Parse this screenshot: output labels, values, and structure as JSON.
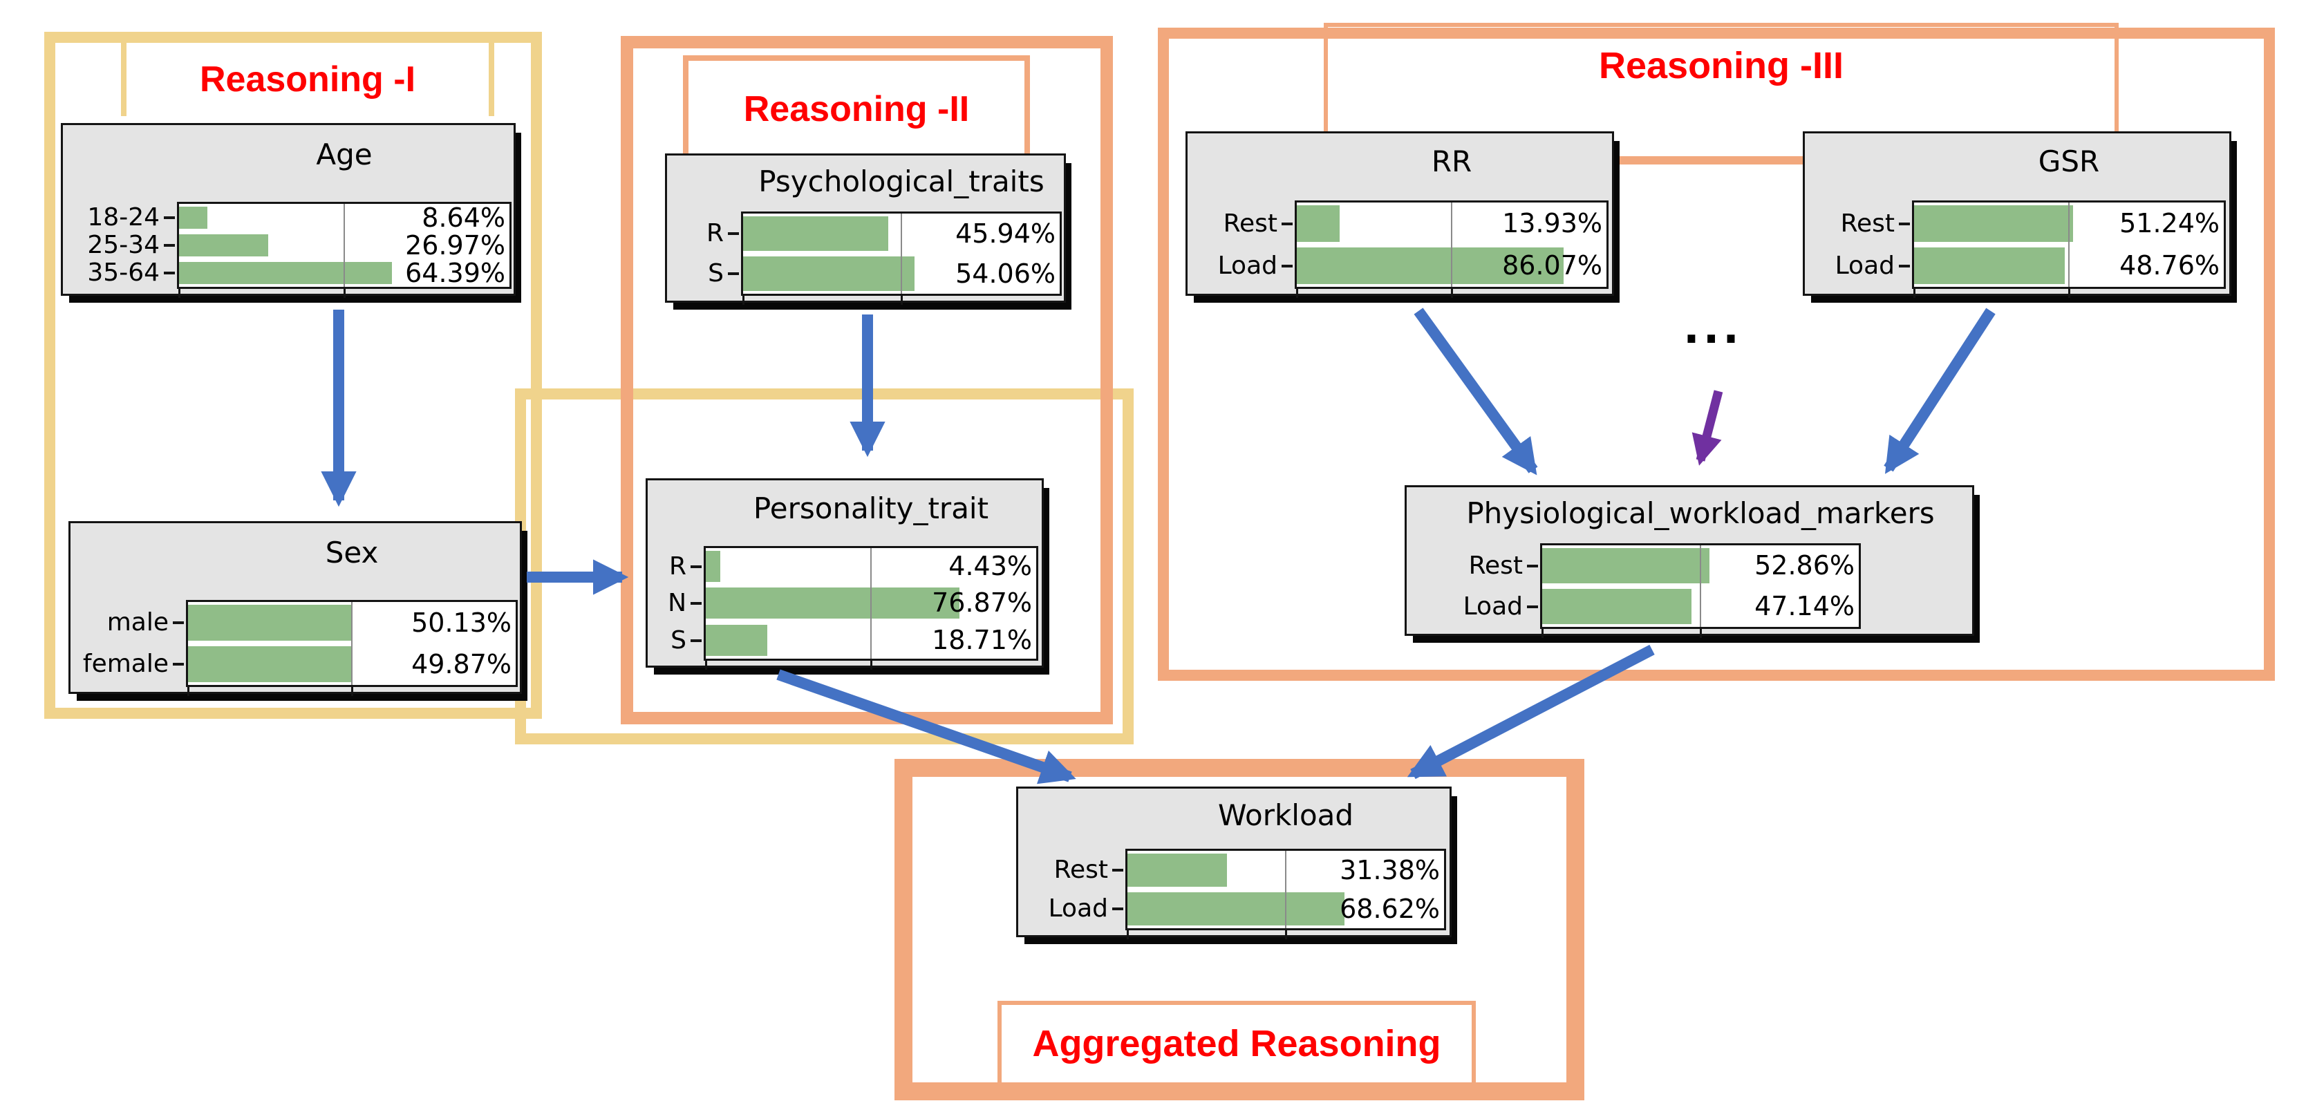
{
  "figure": {
    "description": "Bayesian network workload reasoning diagram",
    "background": "#ffffff"
  },
  "colors": {
    "node_fill": "#e4e4e4",
    "node_border": "#141414",
    "bar_green": "#90bd88",
    "gridline": "#8a8a8a",
    "group_yellow": "#f0d38c",
    "group_salmon": "#f2a87d",
    "label_red": "#ff0000",
    "arrow_blue": "#4472c4",
    "arrow_purple": "#7030a0"
  },
  "groups": [
    {
      "id": "reasoning-1",
      "label": "Reasoning -I",
      "border_color": "#f0d38c",
      "label_color": "#ff0000"
    },
    {
      "id": "reasoning-2",
      "label": "Reasoning -II",
      "border_color": "#f2a87d",
      "label_color": "#ff0000"
    },
    {
      "id": "reasoning-3",
      "label": "Reasoning -III",
      "border_color": "#f2a87d",
      "label_color": "#ff0000"
    },
    {
      "id": "aggregated",
      "label": "Aggregated Reasoning",
      "border_color": "#f2a87d",
      "label_color": "#ff0000"
    }
  ],
  "nodes": [
    {
      "id": "age",
      "title": "Age",
      "rows": [
        {
          "label": "18-24",
          "pct": 8.64,
          "value_text": "8.64%"
        },
        {
          "label": "25-34",
          "pct": 26.97,
          "value_text": "26.97%"
        },
        {
          "label": "35-64",
          "pct": 64.39,
          "value_text": "64.39%"
        }
      ]
    },
    {
      "id": "sex",
      "title": "Sex",
      "rows": [
        {
          "label": "male",
          "pct": 50.13,
          "value_text": "50.13%"
        },
        {
          "label": "female",
          "pct": 49.87,
          "value_text": "49.87%"
        }
      ]
    },
    {
      "id": "psychological_traits",
      "title": "Psychological_traits",
      "rows": [
        {
          "label": "R",
          "pct": 45.94,
          "value_text": "45.94%"
        },
        {
          "label": "S",
          "pct": 54.06,
          "value_text": "54.06%"
        }
      ]
    },
    {
      "id": "personality_trait",
      "title": "Personality_trait",
      "rows": [
        {
          "label": "R",
          "pct": 4.43,
          "value_text": "4.43%"
        },
        {
          "label": "N",
          "pct": 76.87,
          "value_text": "76.87%"
        },
        {
          "label": "S",
          "pct": 18.71,
          "value_text": "18.71%"
        }
      ]
    },
    {
      "id": "rr",
      "title": "RR",
      "rows": [
        {
          "label": "Rest",
          "pct": 13.93,
          "value_text": "13.93%"
        },
        {
          "label": "Load",
          "pct": 86.07,
          "value_text": "86.07%"
        }
      ]
    },
    {
      "id": "gsr",
      "title": "GSR",
      "rows": [
        {
          "label": "Rest",
          "pct": 51.24,
          "value_text": "51.24%"
        },
        {
          "label": "Load",
          "pct": 48.76,
          "value_text": "48.76%"
        }
      ]
    },
    {
      "id": "physiological_workload_markers",
      "title": "Physiological_workload_markers",
      "rows": [
        {
          "label": "Rest",
          "pct": 52.86,
          "value_text": "52.86%"
        },
        {
          "label": "Load",
          "pct": 47.14,
          "value_text": "47.14%"
        }
      ]
    },
    {
      "id": "workload",
      "title": "Workload",
      "rows": [
        {
          "label": "Rest",
          "pct": 31.38,
          "value_text": "31.38%"
        },
        {
          "label": "Load",
          "pct": 68.62,
          "value_text": "68.62%"
        }
      ]
    }
  ],
  "edges": [
    {
      "from": "Age",
      "to": "Sex",
      "color": "blue"
    },
    {
      "from": "Psychological_traits",
      "to": "Personality_trait",
      "color": "blue"
    },
    {
      "from": "Sex",
      "to": "Personality_trait",
      "color": "blue"
    },
    {
      "from": "Personality_trait",
      "to": "Workload",
      "color": "blue"
    },
    {
      "from": "RR",
      "to": "Physiological_workload_markers",
      "color": "blue"
    },
    {
      "from": "GSR",
      "to": "Physiological_workload_markers",
      "color": "blue"
    },
    {
      "from": "ellipsis",
      "to": "Physiological_workload_markers",
      "color": "purple"
    },
    {
      "from": "Physiological_workload_markers",
      "to": "Workload",
      "color": "blue"
    }
  ],
  "annotations": {
    "ellipsis": "..."
  },
  "chart_data": [
    {
      "type": "bar",
      "orientation": "horizontal",
      "title": "Age",
      "categories": [
        "18-24",
        "25-34",
        "35-64"
      ],
      "values": [
        8.64,
        26.97,
        64.39
      ],
      "value_labels": [
        "8.64%",
        "26.97%",
        "64.39%"
      ],
      "xlim": [
        0,
        100
      ],
      "bar_color": "#90bd88"
    },
    {
      "type": "bar",
      "orientation": "horizontal",
      "title": "Sex",
      "categories": [
        "male",
        "female"
      ],
      "values": [
        50.13,
        49.87
      ],
      "value_labels": [
        "50.13%",
        "49.87%"
      ],
      "xlim": [
        0,
        100
      ],
      "bar_color": "#90bd88"
    },
    {
      "type": "bar",
      "orientation": "horizontal",
      "title": "Psychological_traits",
      "categories": [
        "R",
        "S"
      ],
      "values": [
        45.94,
        54.06
      ],
      "value_labels": [
        "45.94%",
        "54.06%"
      ],
      "xlim": [
        0,
        100
      ],
      "bar_color": "#90bd88"
    },
    {
      "type": "bar",
      "orientation": "horizontal",
      "title": "Personality_trait",
      "categories": [
        "R",
        "N",
        "S"
      ],
      "values": [
        4.43,
        76.87,
        18.71
      ],
      "value_labels": [
        "4.43%",
        "76.87%",
        "18.71%"
      ],
      "xlim": [
        0,
        100
      ],
      "bar_color": "#90bd88"
    },
    {
      "type": "bar",
      "orientation": "horizontal",
      "title": "RR",
      "categories": [
        "Rest",
        "Load"
      ],
      "values": [
        13.93,
        86.07
      ],
      "value_labels": [
        "13.93%",
        "86.07%"
      ],
      "xlim": [
        0,
        100
      ],
      "bar_color": "#90bd88"
    },
    {
      "type": "bar",
      "orientation": "horizontal",
      "title": "GSR",
      "categories": [
        "Rest",
        "Load"
      ],
      "values": [
        51.24,
        48.76
      ],
      "value_labels": [
        "51.24%",
        "48.76%"
      ],
      "xlim": [
        0,
        100
      ],
      "bar_color": "#90bd88"
    },
    {
      "type": "bar",
      "orientation": "horizontal",
      "title": "Physiological_workload_markers",
      "categories": [
        "Rest",
        "Load"
      ],
      "values": [
        52.86,
        47.14
      ],
      "value_labels": [
        "52.86%",
        "47.14%"
      ],
      "xlim": [
        0,
        100
      ],
      "bar_color": "#90bd88"
    },
    {
      "type": "bar",
      "orientation": "horizontal",
      "title": "Workload",
      "categories": [
        "Rest",
        "Load"
      ],
      "values": [
        31.38,
        68.62
      ],
      "value_labels": [
        "31.38%",
        "68.62%"
      ],
      "xlim": [
        0,
        100
      ],
      "bar_color": "#90bd88"
    }
  ]
}
